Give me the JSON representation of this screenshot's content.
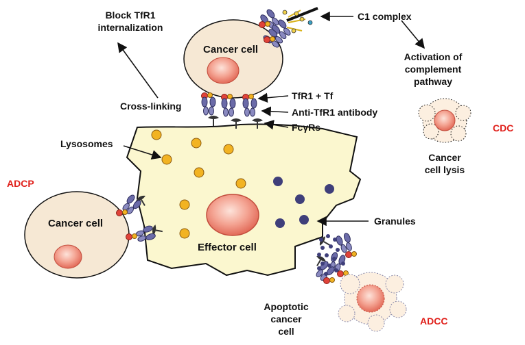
{
  "labels": {
    "block_internalization": [
      "Block TfR1",
      "internalization"
    ],
    "c1_complex": "C1 complex",
    "activation": [
      "Activation of",
      "complement",
      "pathway"
    ],
    "cancer_cell_top": "Cancer cell",
    "cross_linking": "Cross-linking",
    "tfr1_tf": "TfR1 + Tf",
    "anti_tfr1": "Anti-TfR1 antibody",
    "fcgrs": "FcγRs",
    "lysosomes": "Lysosomes",
    "adcp": "ADCP",
    "cdc": "CDC",
    "cancer_cell_lysis": [
      "Cancer",
      "cell lysis"
    ],
    "cancer_cell_left": "Cancer cell",
    "effector_cell": "Effector cell",
    "granules": "Granules",
    "apoptotic": [
      "Apoptotic",
      "cancer",
      "cell"
    ],
    "adcc": "ADCC"
  },
  "colors": {
    "cell_fill": "#f6e8d4",
    "effector_fill": "#fbf7cf",
    "nucleus": "#f08a78",
    "lysosome": "#f2b322",
    "granule": "#3f3f7a",
    "antibody": "#6b6ba8",
    "receptor": "#e0433a",
    "fc_receptor": "#333333",
    "accent_red": "#e0201b"
  }
}
